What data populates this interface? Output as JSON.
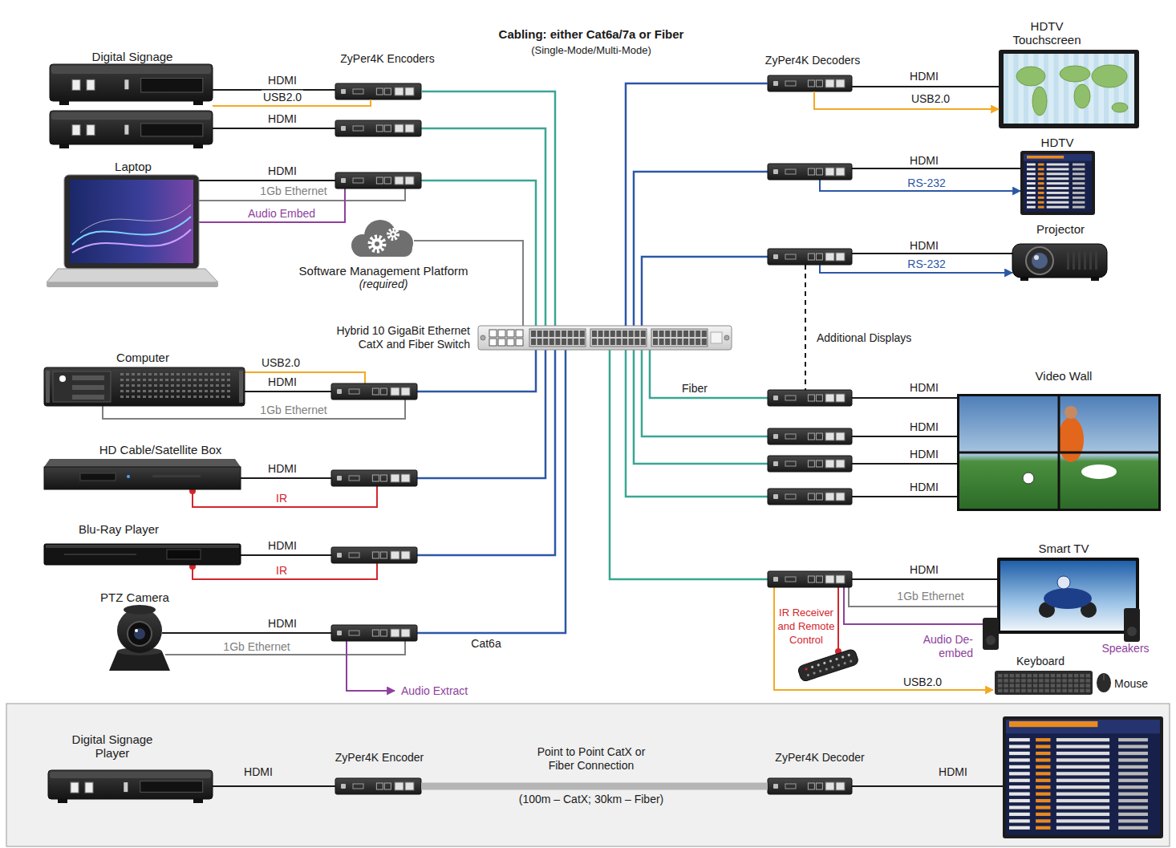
{
  "diagram": {
    "title": "Cabling: either Cat6a/7a or Fiber",
    "nodes": [
      {
        "text": [
          "Digital Signage"
        ]
      },
      {
        "text": [
          "ZyPer4K Encoders"
        ]
      },
      {
        "text": [
          "Laptop"
        ]
      },
      {
        "text": [
          "Software Management Platform",
          "(required)"
        ]
      },
      {
        "text": [
          "Hybrid 10 GigaBit Ethernet CatX and Fiber Switch"
        ]
      },
      {
        "text": [
          "Computer"
        ]
      },
      {
        "text": [
          "HD Cable/Satellite Box"
        ]
      },
      {
        "text": [
          "Blu-Ray Player"
        ]
      },
      {
        "text": [
          "PTZ Camera"
        ]
      },
      {
        "text": [
          "ZyPer4K Decoders"
        ]
      },
      {
        "text": [
          "HDTV Touchscreen"
        ]
      },
      {
        "text": [
          "HDTV"
        ]
      },
      {
        "text": [
          "Projector"
        ]
      },
      {
        "text": [
          "Video Wall"
        ]
      },
      {
        "text": [
          "Smart TV"
        ]
      },
      {
        "text": [
          "Digital Signage Player"
        ]
      },
      {
        "text": [
          "ZyPer4K Encoder"
        ]
      },
      {
        "text": [
          "ZyPer4K Decoder"
        ]
      }
    ],
    "edges": [
      {
        "from": 0,
        "to": 1,
        "label": "HDMI",
        "arrow": "none"
      },
      {
        "from": 0,
        "to": 1,
        "label": "USB2.0",
        "arrow": "none"
      },
      {
        "from": 1,
        "to": 4,
        "arrow": "none"
      },
      {
        "from": 3,
        "to": 4,
        "arrow": "none"
      },
      {
        "from": 4,
        "to": 9,
        "arrow": "none"
      },
      {
        "from": 9,
        "to": 10,
        "label": "HDMI",
        "arrow": "none"
      },
      {
        "from": 9,
        "to": 10,
        "label": "USB2.0",
        "arrow": "to"
      },
      {
        "from": 15,
        "to": 16,
        "label": "HDMI",
        "arrow": "none"
      },
      {
        "from": 16,
        "to": 17,
        "label": "Point to Point CatX or Fiber Connection",
        "arrow": "none"
      }
    ],
    "labels": [
      "(Single-Mode/Multi-Mode)",
      "HDMI",
      "HDMI",
      "1Gb Ethernet",
      "Audio Embed",
      "USB2.0",
      "HDMI",
      "1Gb Ethernet",
      "HDMI",
      "IR",
      "HDMI",
      "IR",
      "HDMI",
      "1Gb Ethernet",
      "Audio Extract",
      "Cat6a",
      "HDMI",
      "RS-232",
      "HDMI",
      "RS-232",
      "Additional Displays",
      "Fiber",
      "HDMI",
      "HDMI",
      "HDMI",
      "HDMI",
      "HDMI",
      "1Gb Ethernet",
      "IR Receiver and Remote Control",
      "Audio De-embed",
      "Speakers",
      "Keyboard",
      "Mouse",
      "USB2.0",
      "HDMI",
      "(100m – CatX; 30km – Fiber)"
    ]
  }
}
